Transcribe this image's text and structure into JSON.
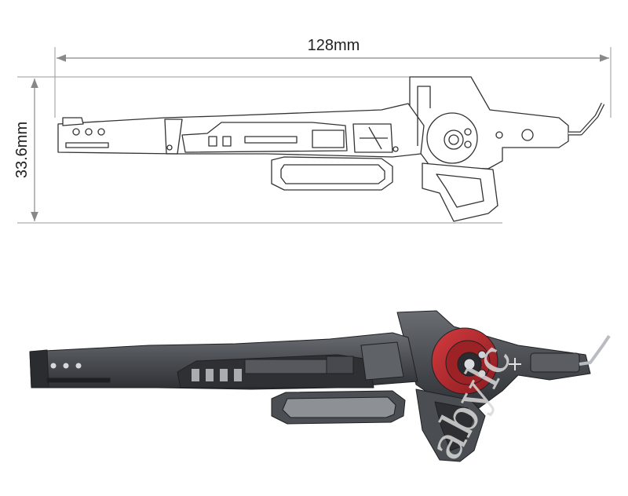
{
  "dimensions": {
    "length_label": "128mm",
    "height_label": "33.6mm"
  },
  "watermark": "abylc",
  "colors": {
    "line": "#333333",
    "dim_line": "#888888",
    "body_dark": "#3a3c40",
    "body_mid": "#5b5e63",
    "body_light": "#8d9095",
    "accent_red": "#b3282d"
  },
  "views": [
    "line-drawing",
    "rendered-model"
  ]
}
